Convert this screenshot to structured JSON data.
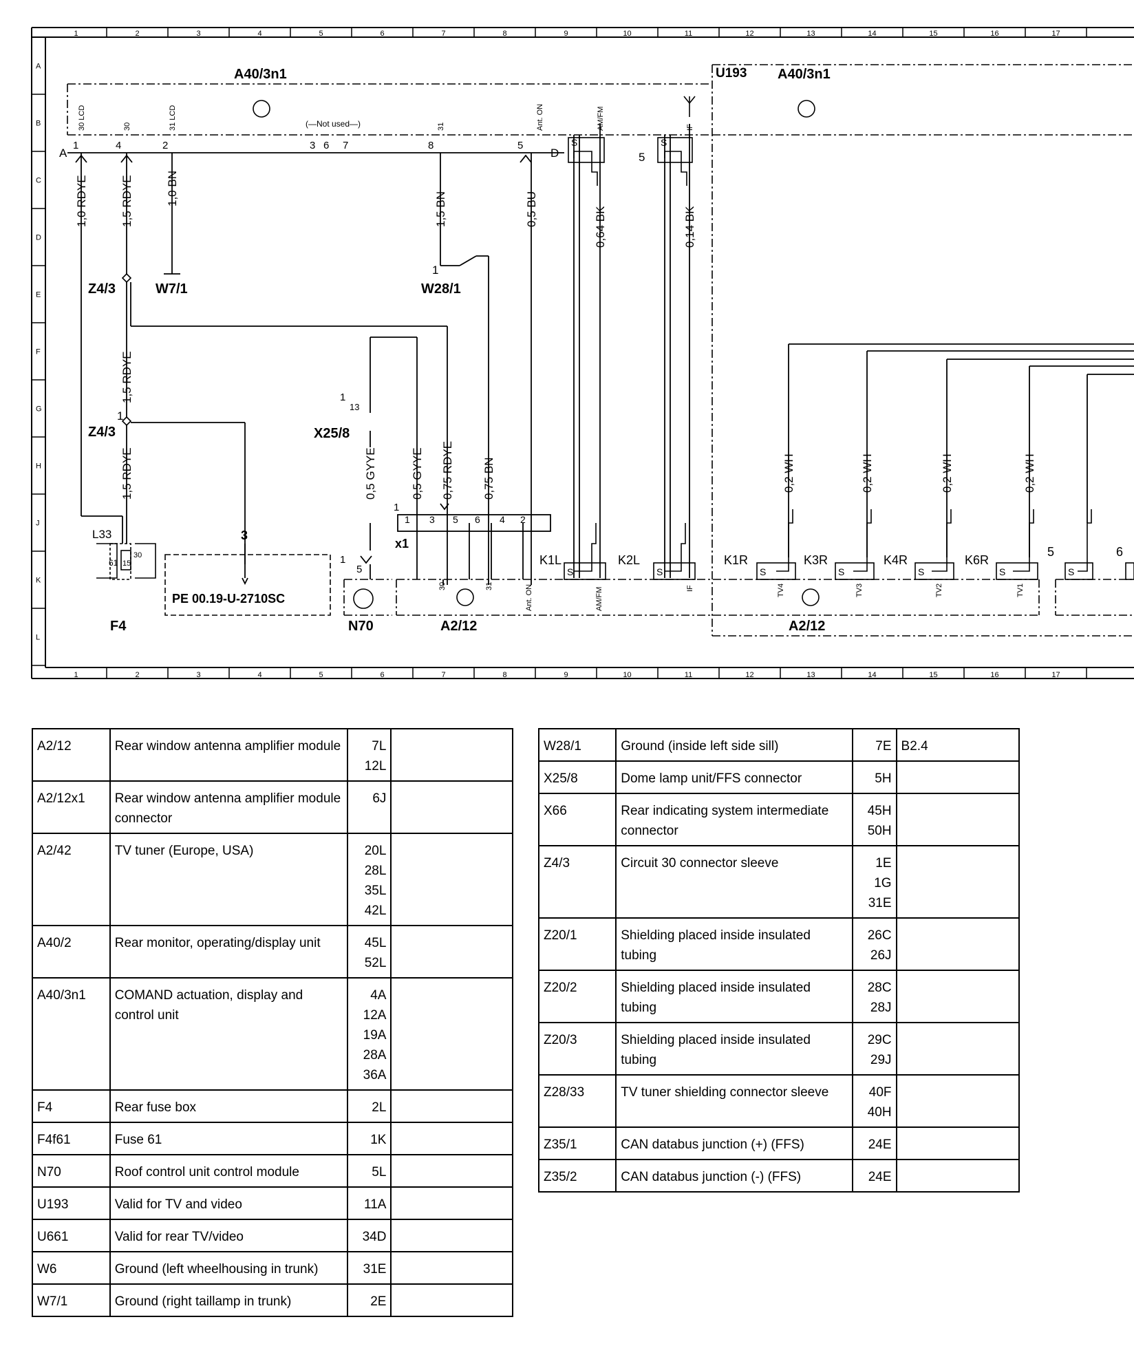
{
  "grid": {
    "columns": [
      "1",
      "2",
      "3",
      "4",
      "5",
      "6",
      "7",
      "8",
      "9",
      "10",
      "11",
      "12",
      "13",
      "14",
      "15",
      "16",
      "17"
    ],
    "rows": [
      "A",
      "B",
      "C",
      "D",
      "E",
      "F",
      "G",
      "H",
      "J",
      "K",
      "L"
    ]
  },
  "diagram": {
    "title_left": "A40/3n1",
    "title_right_variant": "U193",
    "title_right": "A40/3n1",
    "not_used": "(—Not used—)",
    "connector_labels": {
      "A": "A",
      "D": "D"
    },
    "pins_top": {
      "p1": "1",
      "p4": "4",
      "p2": "2",
      "p3": "3",
      "p6": "6",
      "p7": "7",
      "p8": "8",
      "p5": "5",
      "p5b": "5"
    },
    "pin_texts_top": {
      "t30lcd": "30 LCD",
      "t30": "30",
      "t31lcd": "31 LCD",
      "t31": "31",
      "tanton": "Ant. ON",
      "tamfm": "AM/FM",
      "tif": "IF"
    },
    "wires": {
      "w1": "1,0 RDYE",
      "w2": "1,5 RDYE",
      "w3": "1,0 BN",
      "w4": "1,5 BN",
      "w5": "0,5 BU",
      "w6": "0,64 BK",
      "w7": "0,14 BK",
      "w8": "1,5 RDYE",
      "w9": "1,5 RDYE",
      "w10": "0,5 GYYE",
      "w11": "0,5 GYYE",
      "w12": "0,75 RDYE",
      "w13": "0,75 BN",
      "w14": "0,2 WH",
      "w15": "0,2 WH",
      "w16": "0,2 WH",
      "w17": "0,2 WH"
    },
    "components": {
      "z43a": "Z4/3",
      "w71": "W7/1",
      "w281": "W28/1",
      "w281pin": "1",
      "z43b": "Z4/3",
      "z43bpin": "1",
      "x258": "X25/8",
      "x258pin": "1",
      "x258p13": "13",
      "l33": "L33",
      "f4": "F4",
      "f4_61": "61",
      "f4_15": "15",
      "f4_30": "30",
      "pe_arrow": "3",
      "pe_ref": "PE 00.19-U-2710SC",
      "n70": "N70",
      "n70pin1": "1",
      "n70pin5": "5",
      "a212": "A2/12",
      "a212b": "A2/12",
      "x1": "x1",
      "x1pins": [
        "1",
        "1",
        "3",
        "5",
        "6",
        "4",
        "2"
      ],
      "a212_pins": {
        "p30": "30",
        "p31": "31",
        "pant": "Ant. ON",
        "pamfm": "AM/FM",
        "pif": "IF"
      },
      "k1l": "K1L",
      "k2l": "K2L",
      "k1r": "K1R",
      "k3r": "K3R",
      "k4r": "K4R",
      "k6r": "K6R",
      "s": "S",
      "tv": [
        "TV4",
        "TV3",
        "TV2",
        "TV1"
      ],
      "pins_right": [
        "5",
        "6"
      ]
    }
  },
  "legend_left": [
    {
      "code": "A2/12",
      "desc": "Rear window antenna amplifier module",
      "loc": "7L\n12L",
      "note": ""
    },
    {
      "code": "A2/12x1",
      "desc": "Rear window antenna amplifier module connector",
      "loc": "6J",
      "note": ""
    },
    {
      "code": "A2/42",
      "desc": "TV tuner (Europe, USA)",
      "loc": "20L\n28L\n35L\n42L",
      "note": ""
    },
    {
      "code": "A40/2",
      "desc": "Rear monitor, operating/display unit",
      "loc": "45L\n52L",
      "note": ""
    },
    {
      "code": "A40/3n1",
      "desc": "COMAND actuation, display and control unit",
      "loc": "4A\n12A\n19A\n28A\n36A",
      "note": ""
    },
    {
      "code": "F4",
      "desc": "Rear fuse box",
      "loc": "2L",
      "note": ""
    },
    {
      "code": "F4f61",
      "desc": "Fuse 61",
      "loc": "1K",
      "note": ""
    },
    {
      "code": "N70",
      "desc": "Roof control unit control module",
      "loc": "5L",
      "note": ""
    },
    {
      "code": "U193",
      "desc": "Valid for TV and video",
      "loc": "11A",
      "note": ""
    },
    {
      "code": "U661",
      "desc": "Valid for rear TV/video",
      "loc": "34D",
      "note": ""
    },
    {
      "code": "W6",
      "desc": "Ground (left wheelhousing in trunk)",
      "loc": "31E",
      "note": ""
    },
    {
      "code": "W7/1",
      "desc": "Ground (right taillamp in trunk)",
      "loc": "2E",
      "note": ""
    }
  ],
  "legend_right": [
    {
      "code": "W28/1",
      "desc": "Ground (inside left side sill)",
      "loc": "7E",
      "note": "B2.4"
    },
    {
      "code": "X25/8",
      "desc": "Dome lamp unit/FFS connector",
      "loc": "5H",
      "note": ""
    },
    {
      "code": "X66",
      "desc": "Rear indicating system intermediate connector",
      "loc": "45H\n50H",
      "note": ""
    },
    {
      "code": "Z4/3",
      "desc": "Circuit 30 connector sleeve",
      "loc": "1E\n1G\n31E",
      "note": ""
    },
    {
      "code": "Z20/1",
      "desc": "Shielding placed inside insulated tubing",
      "loc": "26C\n26J",
      "note": ""
    },
    {
      "code": "Z20/2",
      "desc": "Shielding placed inside insulated tubing",
      "loc": "28C\n28J",
      "note": ""
    },
    {
      "code": "Z20/3",
      "desc": "Shielding placed inside insulated tubing",
      "loc": "29C\n29J",
      "note": ""
    },
    {
      "code": "Z28/33",
      "desc": "TV tuner shielding connector sleeve",
      "loc": "40F\n40H",
      "note": ""
    },
    {
      "code": "Z35/1",
      "desc": "CAN databus junction (+) (FFS)",
      "loc": "24E",
      "note": ""
    },
    {
      "code": "Z35/2",
      "desc": "CAN databus junction (-) (FFS)",
      "loc": "24E",
      "note": ""
    }
  ]
}
